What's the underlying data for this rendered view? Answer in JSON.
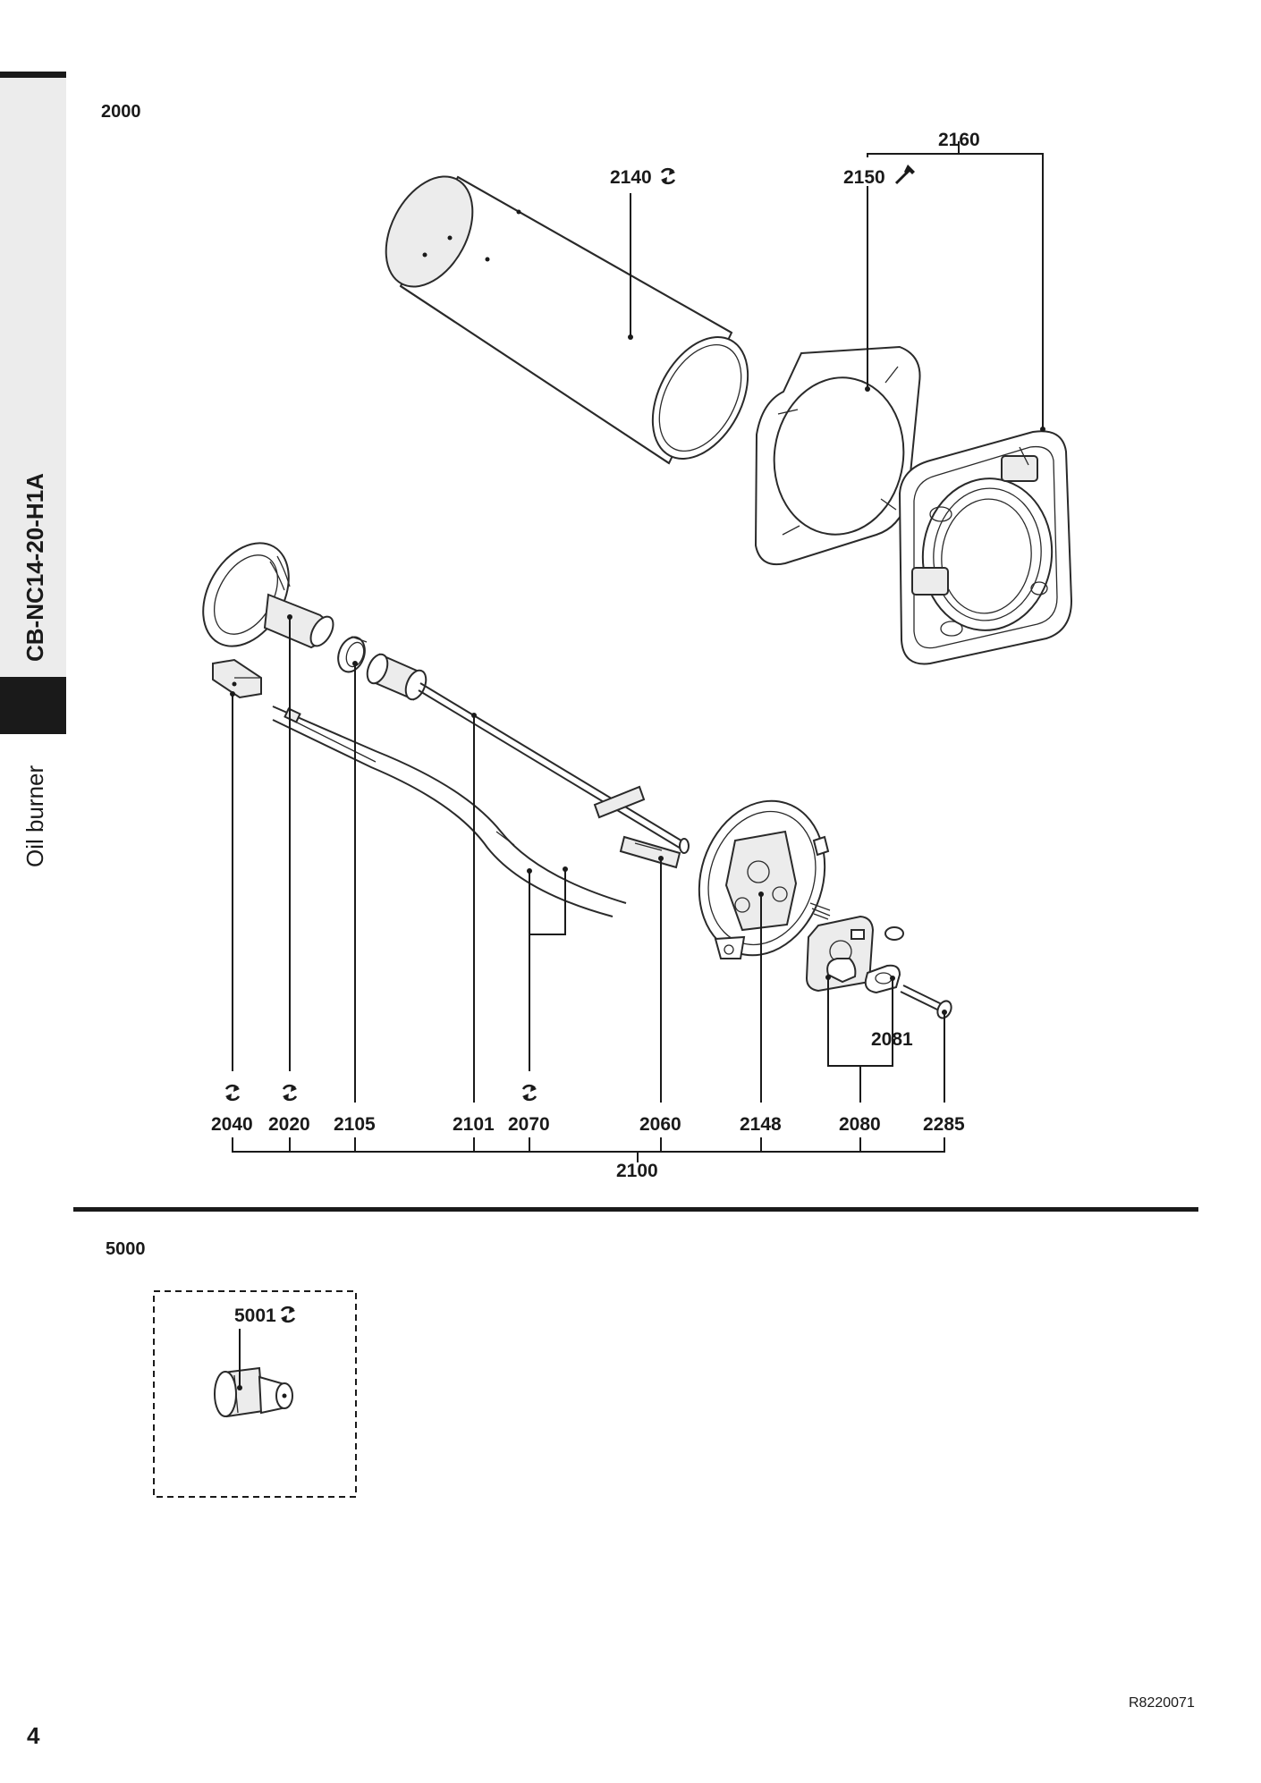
{
  "sidebar": {
    "product_code": "CB-NC14-20-H1A",
    "section_name": "Oil burner"
  },
  "page_number": "4",
  "document_ref": "R8220071",
  "sections": [
    {
      "id": "2000",
      "parts": [
        "2140",
        "2150",
        "2160",
        "2040",
        "2020",
        "2105",
        "2101",
        "2070",
        "2060",
        "2148",
        "2080",
        "2081",
        "2285"
      ],
      "assembly": "2100"
    },
    {
      "id": "5000",
      "parts": [
        "5001"
      ]
    }
  ],
  "symbols": {
    "wear_part": "circular-arrows-icon",
    "tool": "wrench-icon"
  }
}
